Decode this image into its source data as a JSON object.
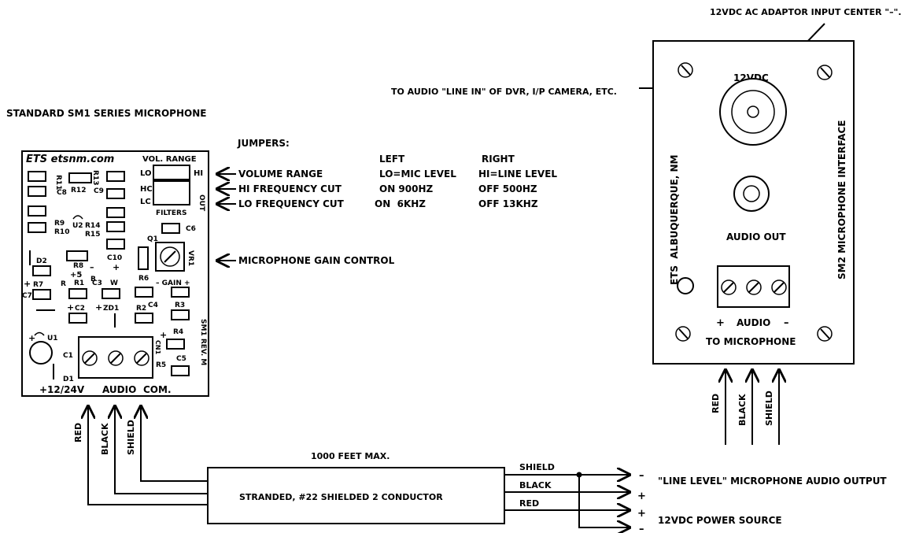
{
  "sm1": {
    "heading": "STANDARD SM1 SERIES MICROPHONE",
    "brand": "ETS etsnm.com",
    "vol_range": "VOL. RANGE",
    "filters": "FILTERS",
    "gain": "GAIN",
    "rev": "SM1 REV. M",
    "bottom_labels": [
      "+12/24V",
      "AUDIO",
      "COM."
    ],
    "jumper_letters": {
      "lo": "LO",
      "hi": "HI",
      "hc": "HC",
      "lc": "LC",
      "out": "OUT"
    },
    "components": {
      "r11": "R11",
      "r13": "R13",
      "c8": "C8",
      "r12": "R12",
      "c9": "C9",
      "r9": "R9",
      "r10": "R10",
      "u2": "U2",
      "r14": "R14",
      "r15": "R15",
      "c6": "C6",
      "q1": "Q1",
      "vr1": "VR1",
      "c10": "C10",
      "d2": "D2",
      "r8": "R8",
      "plus5": "+5",
      "r": "R",
      "b": "B",
      "r6": "R6",
      "r7": "R7",
      "r1": "R1",
      "c3": "C3",
      "w": "W",
      "c7": "C7",
      "r2": "R2",
      "c4": "C4",
      "r3": "R3",
      "c2": "C2",
      "zd1": "ZD1",
      "r4": "R4",
      "u1": "U1",
      "c1": "C1",
      "cn1": "CN1",
      "r5": "R5",
      "c5": "C5",
      "d1": "D1"
    }
  },
  "jumpers": {
    "title": "JUMPERS:",
    "col_left": "LEFT",
    "col_right": "RIGHT",
    "rows": [
      {
        "name": "VOLUME RANGE",
        "left": "LO=MIC LEVEL",
        "right": "HI=LINE LEVEL"
      },
      {
        "name": "HI FREQUENCY CUT",
        "left": "ON 900HZ",
        "right": "OFF 500HZ"
      },
      {
        "name": "LO FREQUENCY CUT",
        "left": "ON  6KHZ",
        "right": "OFF 13KHZ"
      }
    ],
    "gain_control": "MICROPHONE GAIN CONTROL"
  },
  "sm2": {
    "adaptor_note": "12VDC AC ADAPTOR INPUT CENTER \"–\".",
    "line_in_note": "TO AUDIO \"LINE IN\" OF DVR, I/P CAMERA, ETC.",
    "power_label": "12VDC",
    "audio_out": "AUDIO OUT",
    "maker": "ETS  ALBUQUERQUE, NM",
    "title": "SM2 MICROPHONE INTERFACE",
    "audio": "AUDIO",
    "to_microphone": "TO MICROPHONE",
    "plus": "+",
    "minus": "–"
  },
  "wires": {
    "red": "RED",
    "black": "BLACK",
    "shield": "SHIELD",
    "cable_length": "1000 FEET MAX.",
    "cable": "STRANDED, #22 SHIELDED 2 CONDUCTOR",
    "line_output": "\"LINE LEVEL\" MICROPHONE AUDIO OUTPUT",
    "power_source": "12VDC POWER SOURCE",
    "plus": "+",
    "minus": "–"
  }
}
